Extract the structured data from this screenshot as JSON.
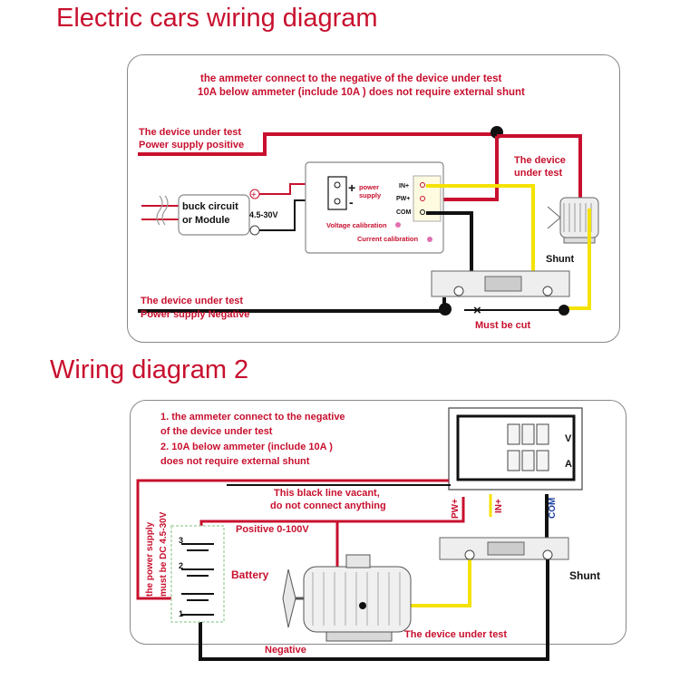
{
  "title1": "Electric cars wiring diagram",
  "title2": "Wiring diagram 2",
  "d1": {
    "note_line1": "the ammeter connect to the negative of the device under test",
    "note_line2": "10A below ammeter (include 10A ) does not require external shunt",
    "supply_pos_1": "The device under test",
    "supply_pos_2": "Power supply positive",
    "supply_neg_1": "The device under test",
    "supply_neg_2": "Power supply Negative",
    "buck_1": "buck circuit",
    "buck_2": "or Module",
    "voltage_range": "4.5-30V",
    "plus": "+",
    "minus": "-",
    "power_supply_1": "power",
    "power_supply_2": "supply",
    "in_plus": "IN+",
    "pw_plus": "PW+",
    "com": "COM",
    "voltage_cal": "Voltage calibration",
    "current_cal": "Current calibration",
    "dut_1": "The device",
    "dut_2": "under test",
    "shunt": "Shunt",
    "must_cut": "Must be cut",
    "cut_mark": "×"
  },
  "d2": {
    "note1": "1. the ammeter connect to the negative",
    "note2": "of the device under test",
    "note3": "2. 10A below ammeter (include 10A )",
    "note4": "does not require external shunt",
    "vacant1": "This black line vacant,",
    "vacant2": "do not connect anything",
    "pw_plus": "PW+",
    "in_plus": "IN+",
    "com": "COM",
    "v_unit": "V",
    "a_unit": "A",
    "positive": "Positive 0-100V",
    "battery": "Battery",
    "supply_rot_1": "the power supply",
    "supply_rot_2": "must be DC 4.5-30V",
    "dut": "The device under test",
    "negative": "Negative",
    "shunt": "Shunt",
    "cells": [
      "3",
      "2",
      "1"
    ]
  },
  "colors": {
    "red": "#c8102e",
    "black": "#111111",
    "yellow": "#f5e200",
    "blue": "#1a3fa0"
  }
}
